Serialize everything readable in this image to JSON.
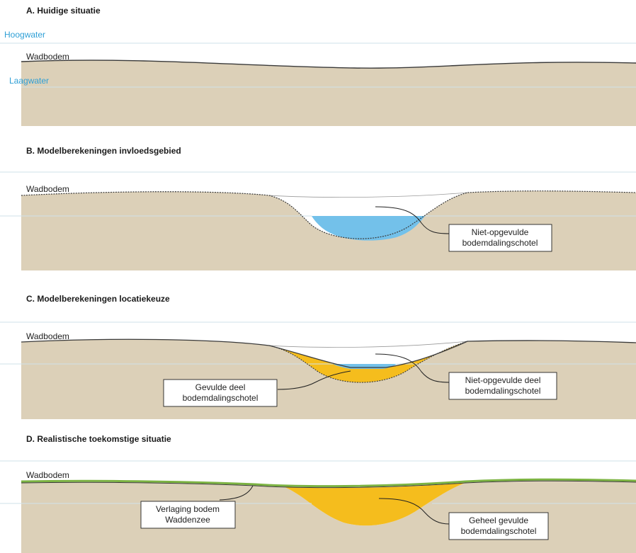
{
  "colors": {
    "sediment": "#dcd0b8",
    "water_line": "#cfe2ea",
    "water_label": "#2e9fd6",
    "basin_water": "#73c1ea",
    "fill_yellow": "#f5bd1d",
    "green_layer": "#7cb342",
    "bottom_line": "#3a3a3a"
  },
  "panels": [
    {
      "id": "A",
      "heading": "A. Huidige situatie",
      "labels": {
        "hoogwater": "Hoogwater",
        "wadbodem": "Wadbodem",
        "laagwater": "Laagwater"
      }
    },
    {
      "id": "B",
      "heading": "B. Modelberekeningen invloedsgebied",
      "labels": {
        "wadbodem": "Wadbodem"
      },
      "callouts": [
        {
          "lines": [
            "Niet-opgevulde",
            "bodemdalingschotel"
          ]
        }
      ]
    },
    {
      "id": "C",
      "heading": "C. Modelberekeningen locatiekeuze",
      "labels": {
        "wadbodem": "Wadbodem"
      },
      "callouts": [
        {
          "lines": [
            "Gevulde deel",
            "bodemdalingschotel"
          ]
        },
        {
          "lines": [
            "Niet-opgevulde deel",
            "bodemdalingschotel"
          ]
        }
      ]
    },
    {
      "id": "D",
      "heading": "D.  Realistische toekomstige situatie",
      "labels": {
        "wadbodem": "Wadbodem"
      },
      "callouts": [
        {
          "lines": [
            "Verlaging bodem",
            "Waddenzee"
          ]
        },
        {
          "lines": [
            "Geheel gevulde",
            "bodemdalingschotel"
          ]
        }
      ]
    }
  ]
}
